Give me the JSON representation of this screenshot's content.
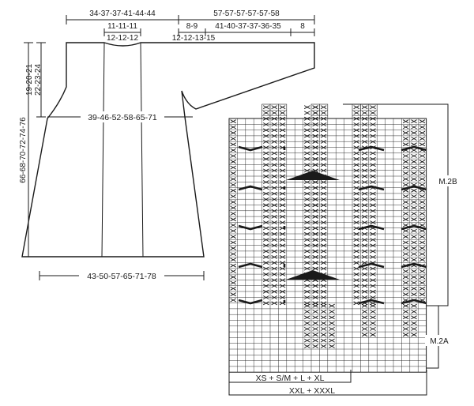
{
  "schematic": {
    "labels": {
      "top_left_width": "34-37-37-41-44-44",
      "top_right_length": "57-57-57-57-57-58",
      "neck_width": "11-11-11",
      "neck_width_2": "12-12-12",
      "shoulder_left": "8-9",
      "shoulder_left_2": "12-12-13-15",
      "sleeve_mid": "41-40-37-37-36-35",
      "cuff": "8",
      "armhole_depth": "19-20-21",
      "armhole_depth_2": "22-23-24",
      "total_length": "66-68-70-72-74-76",
      "chest_width": "39-46-52-58-65-71",
      "bottom_width": "43-50-57-65-71-78"
    }
  },
  "chart": {
    "cols": 24,
    "rows": 44,
    "labels": {
      "m2b": "M.2B",
      "m2a": "M.2A",
      "sizes_1": "XS + S/M + L + XL",
      "sizes_2": "XXL + XXXL"
    },
    "cable_cols_full": [
      5,
      6,
      7,
      11,
      12,
      16,
      17,
      18,
      22,
      23,
      24
    ],
    "cable_cols_part": [
      1
    ],
    "lower_block_cols": [
      10,
      11,
      12,
      13
    ]
  }
}
